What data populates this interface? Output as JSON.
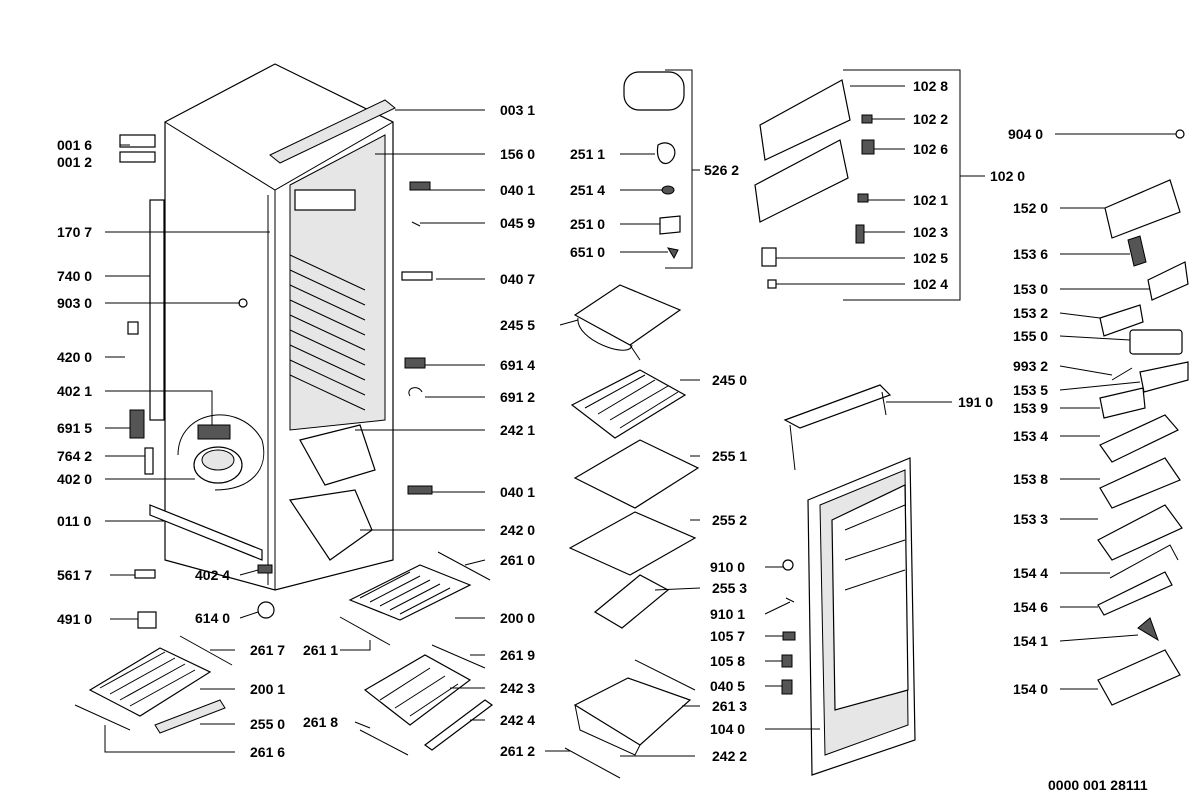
{
  "reference": "0000 001 28111",
  "labels": {
    "l0031": "003 1",
    "l0016": "001 6",
    "l0012": "001 2",
    "l1560": "156 0",
    "l0401a": "040 1",
    "l0459": "045 9",
    "l1707": "170 7",
    "l7400": "740 0",
    "l0407": "040 7",
    "l9030": "903 0",
    "l4200": "420 0",
    "l6914": "691 4",
    "l4021": "402 1",
    "l6912": "691 2",
    "l6915": "691 5",
    "l2421": "242 1",
    "l7642": "764 2",
    "l4020": "402 0",
    "l0401b": "040 1",
    "l0110": "011 0",
    "l2420": "242 0",
    "l5617": "561 7",
    "l4024": "402 4",
    "l2610": "261 0",
    "l4910": "491 0",
    "l6140": "614 0",
    "l2000": "200 0",
    "l2617": "261 7",
    "l2611": "261 1",
    "l2619": "261 9",
    "l2001": "200 1",
    "l2423": "242 3",
    "l2550": "255 0",
    "l2618": "261 8",
    "l2424": "242 4",
    "l2616": "261 6",
    "l2612": "261 2",
    "l2422": "242 2",
    "l2511": "251 1",
    "l2514": "251 4",
    "l2510": "251 0",
    "l6510": "651 0",
    "l5262": "526 2",
    "l2455": "245 5",
    "l2450": "245 0",
    "l2551": "255 1",
    "l2552": "255 2",
    "l2553": "255 3",
    "l2613": "261 3",
    "l1028": "102 8",
    "l1022": "102 2",
    "l1026": "102 6",
    "l1021": "102 1",
    "l1023": "102 3",
    "l1025": "102 5",
    "l1024": "102 4",
    "l1020": "102 0",
    "l1910": "191 0",
    "l9100": "910 0",
    "l9101": "910 1",
    "l1057": "105 7",
    "l1058": "105 8",
    "l0405": "040 5",
    "l1040": "104 0",
    "l9040": "904 0",
    "l1520": "152 0",
    "l1536": "153 6",
    "l1530": "153 0",
    "l1532": "153 2",
    "l1550": "155 0",
    "l9932": "993 2",
    "l1535": "153 5",
    "l1539": "153 9",
    "l1534": "153 4",
    "l1538": "153 8",
    "l1533": "153 3",
    "l1544": "154 4",
    "l1546": "154 6",
    "l1541": "154 1",
    "l1540": "154 0"
  }
}
